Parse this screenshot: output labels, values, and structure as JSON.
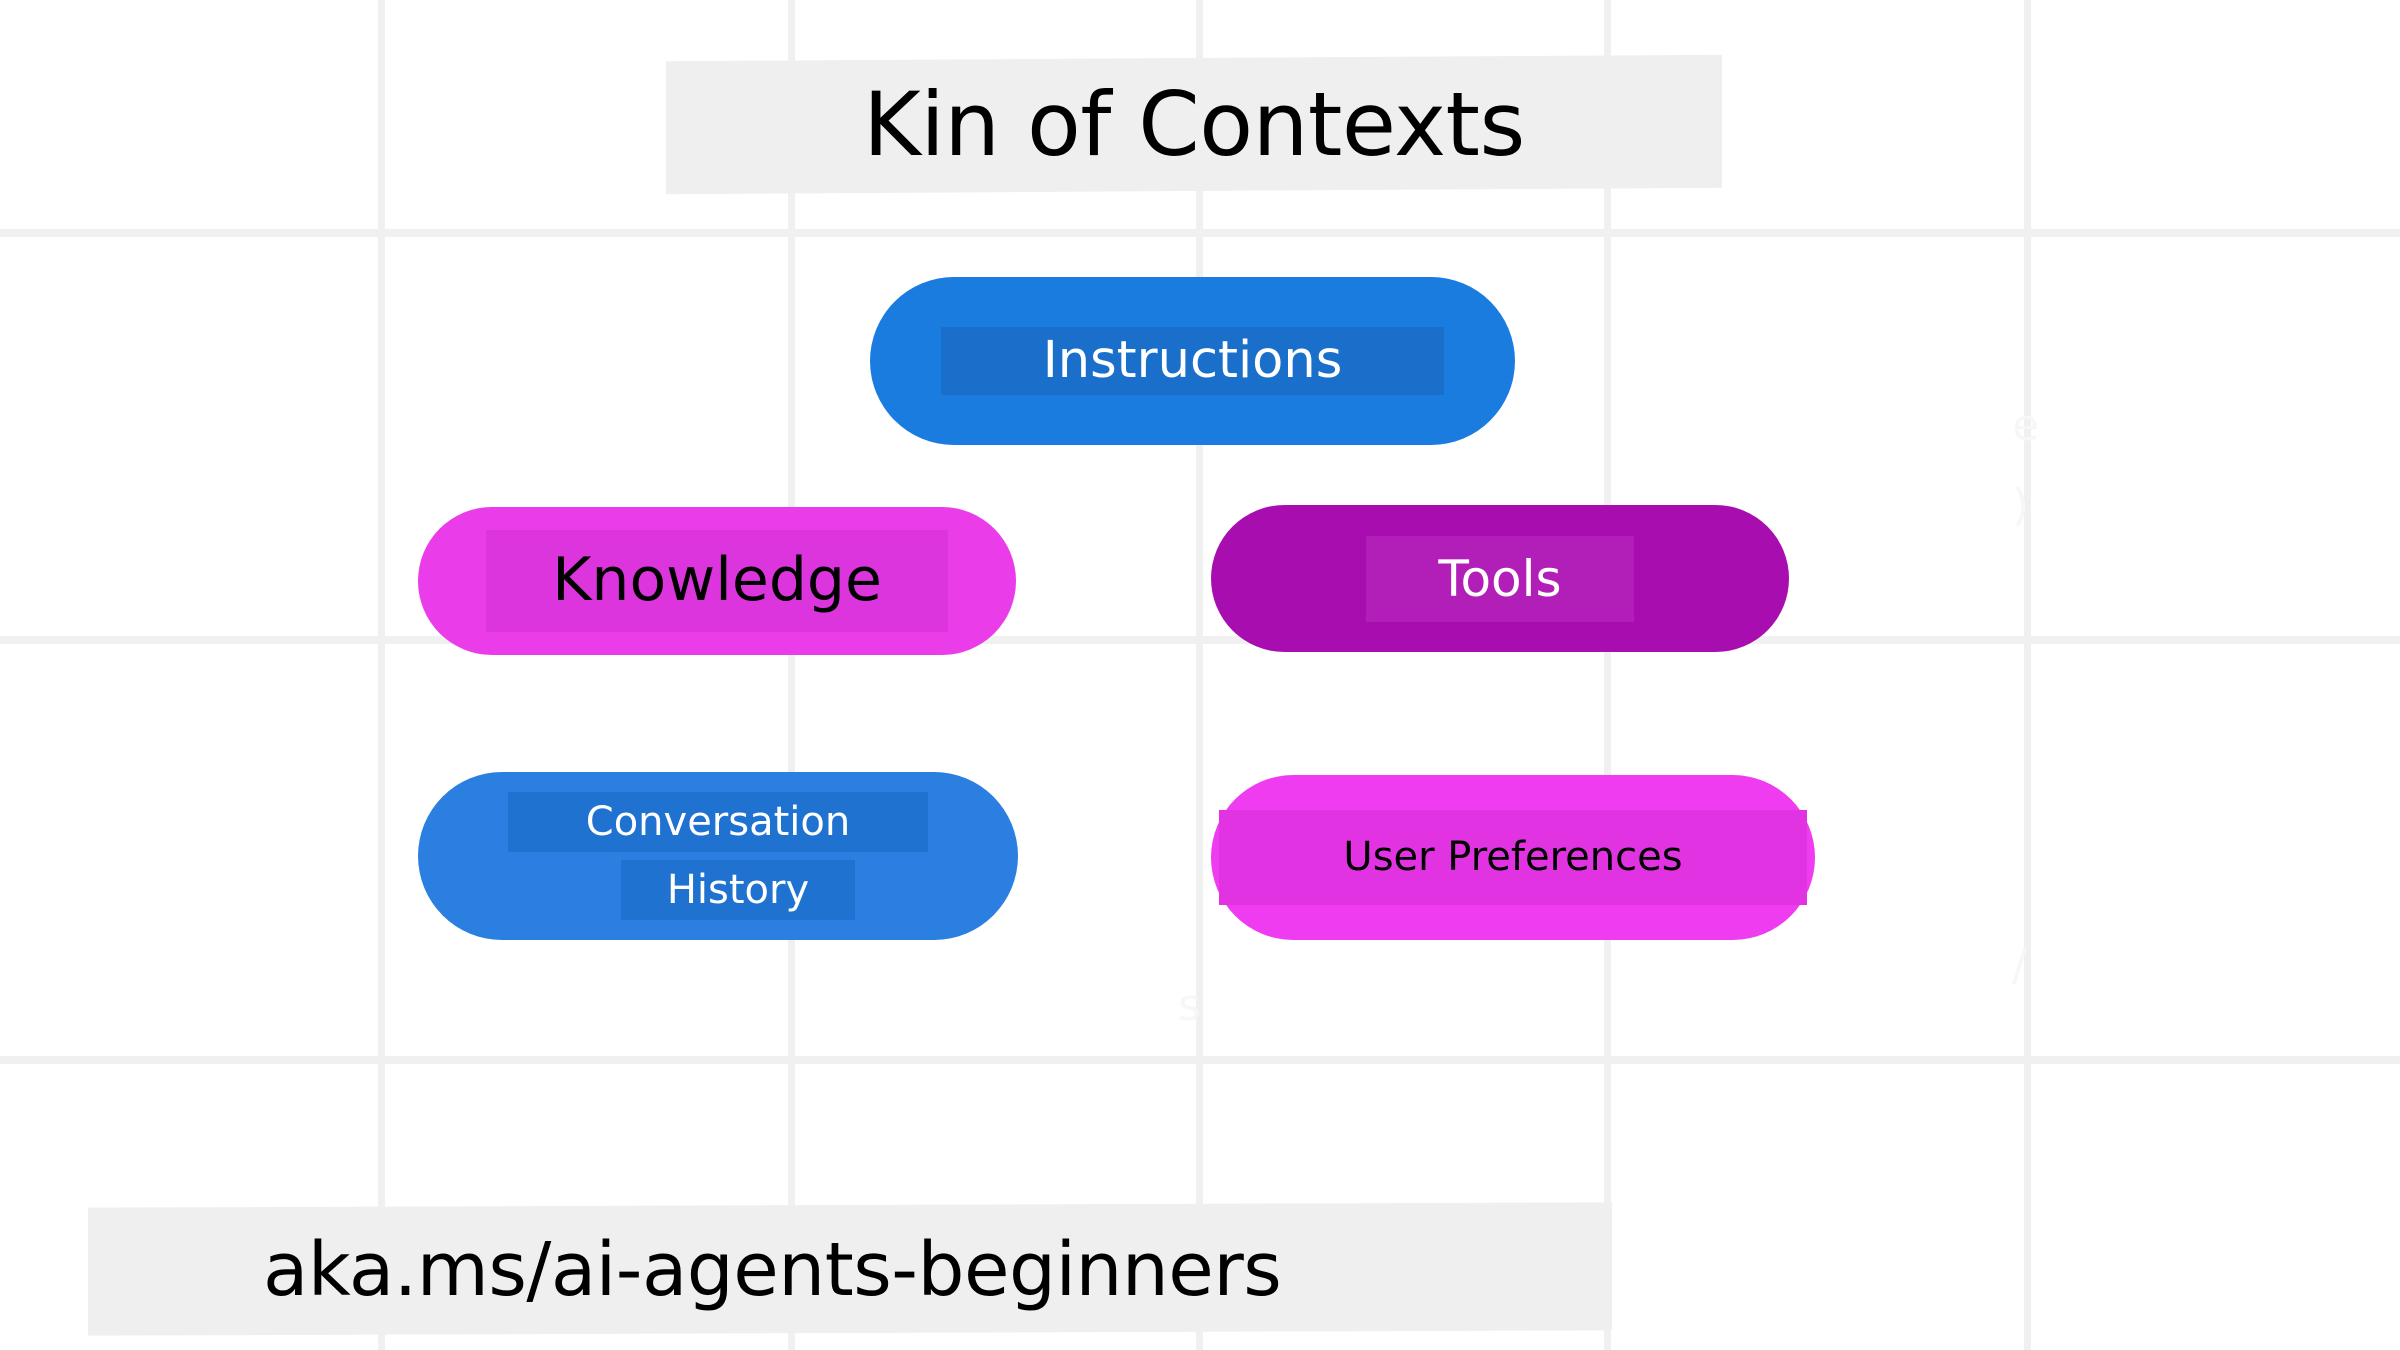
{
  "page": {
    "background_color": "#ffffff",
    "grid_color": "#f0f0f0",
    "highlight_band_color": "#efefef"
  },
  "title": {
    "text": "Kin of Contexts"
  },
  "footer": {
    "url_text": "aka.ms/ai-agents-beginners"
  },
  "diagram": {
    "nodes": [
      {
        "id": "instructions",
        "label": "Instructions",
        "fill_color": "#1b7ce0",
        "inner_band_color": "#1a6fcb",
        "text_color": "#ffffff"
      },
      {
        "id": "knowledge",
        "label": "Knowledge",
        "fill_color": "#ea3de9",
        "inner_band_color": "#dd35dd",
        "text_color": "#000000"
      },
      {
        "id": "tools",
        "label": "Tools",
        "fill_color": "#a80eaf",
        "inner_band_color": "#b21fb8",
        "text_color": "#ffffff"
      },
      {
        "id": "conversation-history",
        "label_line_1": "Conversation",
        "label_line_2": "History",
        "fill_color": "#2a7fe0",
        "inner_band_color": "#1f72d0",
        "text_color": "#ffffff"
      },
      {
        "id": "user-preferences",
        "label": "User Preferences",
        "fill_color": "#ef3cf0",
        "inner_band_color": "#e233e3",
        "text_color": "#000000"
      }
    ]
  }
}
